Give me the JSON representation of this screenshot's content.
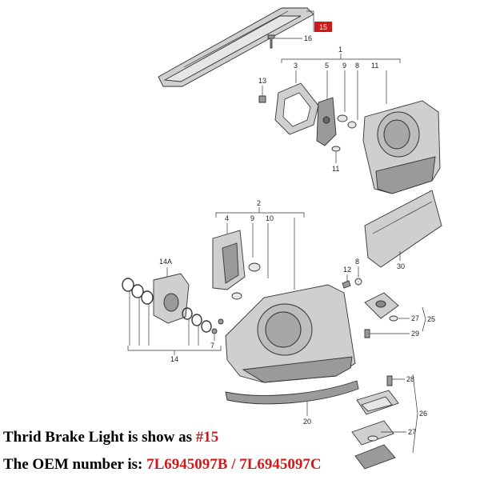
{
  "diagram": {
    "callouts": {
      "c15": "15",
      "c16": "16",
      "c1": "1",
      "c3": "3",
      "c5": "5",
      "c9a": "9",
      "c8a": "8",
      "c11a": "11",
      "c13": "13",
      "c11b": "11",
      "c2": "2",
      "c4": "4",
      "c9b": "9",
      "c10": "10",
      "c14A": "14A",
      "c12": "12",
      "c8b": "8",
      "c30": "30",
      "c27a": "27",
      "c25": "25",
      "c29": "29",
      "c14": "14",
      "c7": "7",
      "c20": "20",
      "c28": "28",
      "c26": "26",
      "c27b": "27"
    },
    "highlight_color": "#d01919"
  },
  "caption": {
    "line1_text": "Thrid Brake Light is show as ",
    "line1_highlight": "#15",
    "line2_text": "The OEM number is: ",
    "line2_highlight": "7L6945097B / 7L6945097C"
  }
}
